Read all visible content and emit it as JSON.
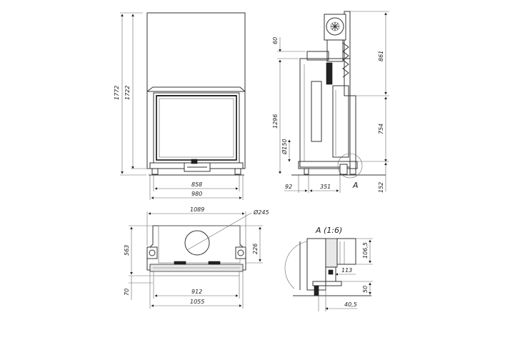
{
  "front_view": {
    "height_outer": "1772",
    "height_inner": "1722",
    "width_door": "858",
    "width_total": "980"
  },
  "side_view": {
    "top_offset": "60",
    "upper_height": "861",
    "total_height": "1296",
    "lower_height": "754",
    "flue_diameter": "Ø150",
    "left_offset": "92",
    "depth": "351",
    "detail_marker": "A",
    "bottom_height": "152"
  },
  "top_view": {
    "width_top": "1089",
    "flue_diameter": "Ø245",
    "depth_total": "563",
    "depth_inner": "226",
    "door_offset": "70",
    "door_width": "912",
    "width_bottom": "1055"
  },
  "detail_view": {
    "title": "A (1:6)",
    "dim_1": "106,5",
    "dim_2": "113",
    "dim_3": "50",
    "dim_4": "40,5"
  }
}
